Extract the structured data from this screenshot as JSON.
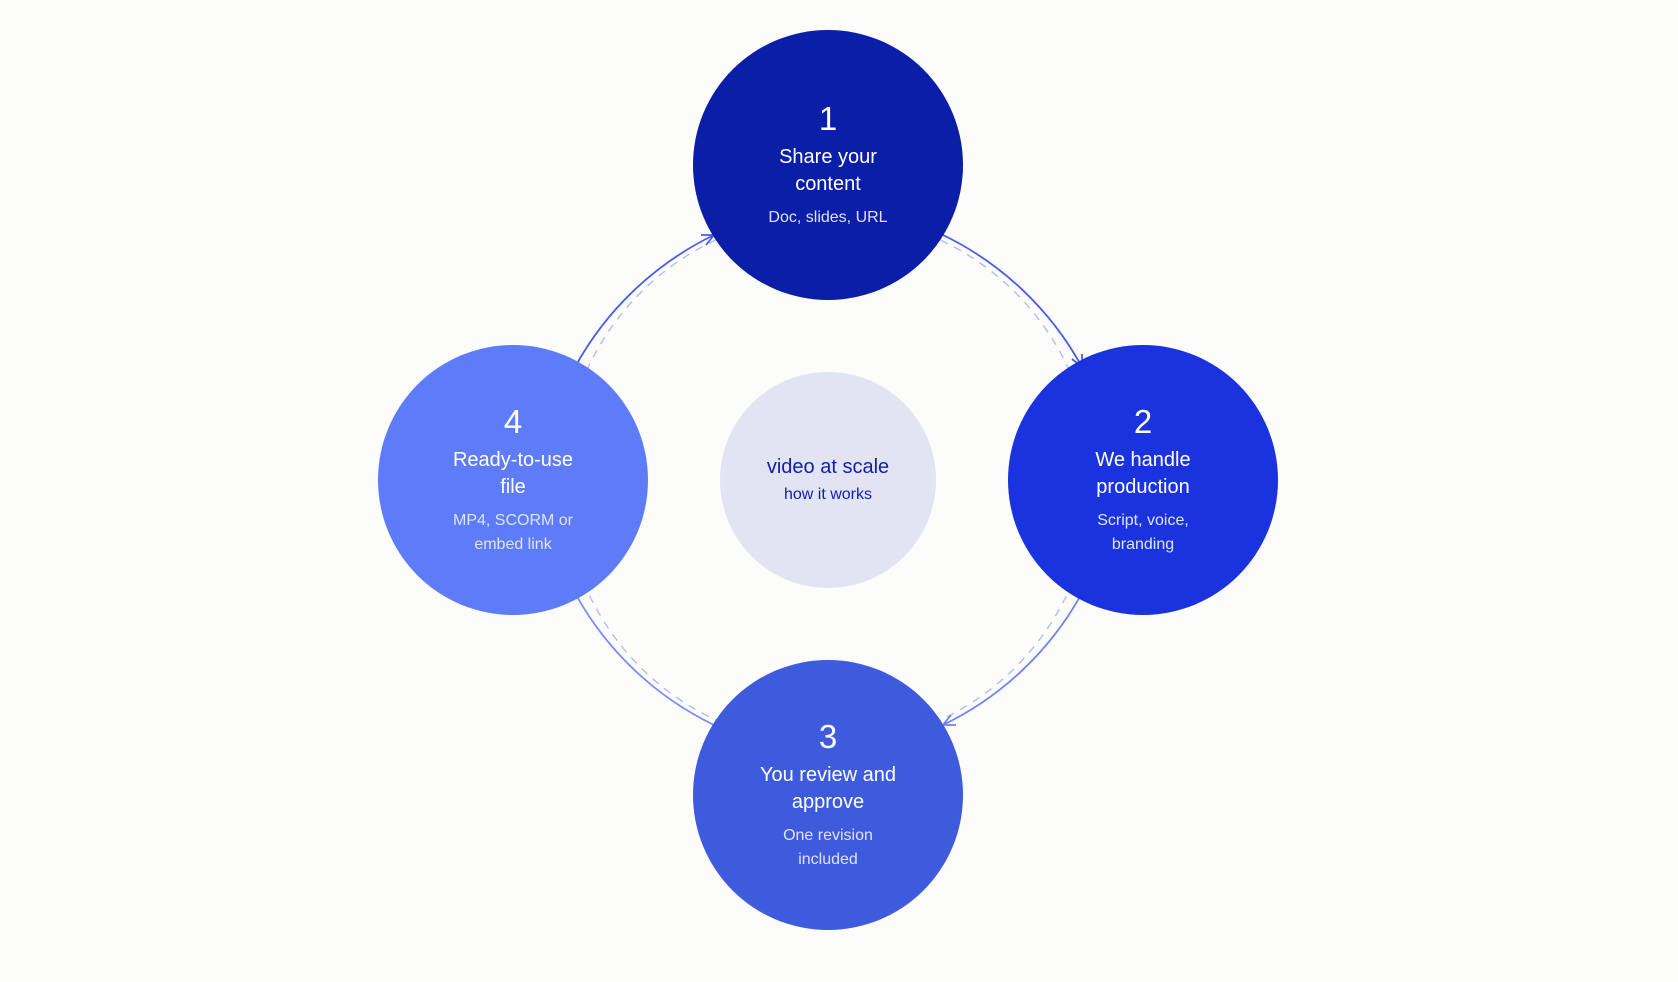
{
  "center": {
    "title": "video at scale",
    "subtitle": "how it works"
  },
  "steps": [
    {
      "number": "1",
      "title": "Share your content",
      "detail": "Doc, slides, URL"
    },
    {
      "number": "2",
      "title": "We handle production",
      "detail": "Script, voice, branding"
    },
    {
      "number": "3",
      "title": "You review and approve",
      "detail": "One revision included"
    },
    {
      "number": "4",
      "title": "Ready-to-use file",
      "detail": "MP4, SCORM or embed link"
    }
  ],
  "colors": {
    "step_1": "#0b1ea7",
    "step_2": "#1a33df",
    "step_3": "#3d5bdc",
    "step_4": "#5e7cf8",
    "center_fill": "#e2e4f3",
    "center_text": "#0e1fb0",
    "arrow": "#5b6ee8",
    "dashed_ring": "#b3bcf2",
    "background": "#fcfcfb"
  }
}
